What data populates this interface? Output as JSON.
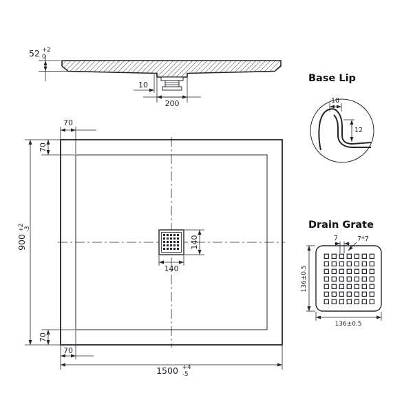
{
  "colors": {
    "line": "#23232e",
    "background": "#ffffff"
  },
  "side_view": {
    "height_dim": {
      "value": "52",
      "tol_up": "+2",
      "tol_low": "0"
    },
    "offset_dim": "10",
    "drain_width_dim": "200"
  },
  "plan_view": {
    "overall_width_dim": {
      "value": "1500",
      "tol_up": "+4",
      "tol_low": "-5"
    },
    "overall_depth_dim": {
      "value": "900",
      "tol_up": "+2",
      "tol_low": "-3"
    },
    "edge_offset_top": "70",
    "edge_offset_left": "70",
    "edge_offset_bottom_vertical": "70",
    "edge_offset_bottom_horizontal": "70",
    "drain_width_dim": "140",
    "drain_depth_dim": "140"
  },
  "base_lip_detail": {
    "title": "Base Lip",
    "lip_width_dim": "10",
    "lip_height_dim": "12"
  },
  "drain_grate_detail": {
    "title": "Drain Grate",
    "hole_size_dim": "7",
    "hole_grid_dim": "7*7",
    "grate_width_dim": "136±0.5",
    "grate_height_dim": "136±0.5"
  }
}
